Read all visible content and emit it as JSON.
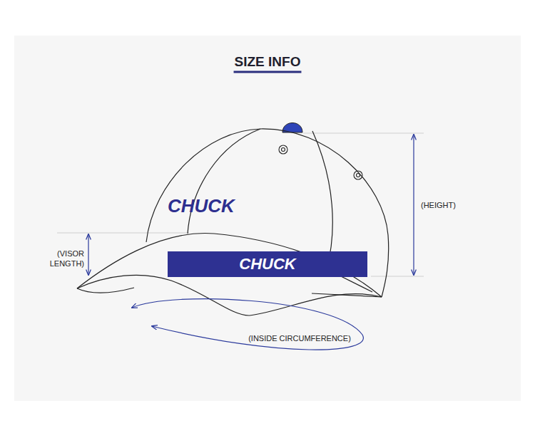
{
  "diagram": {
    "title": "SIZE INFO",
    "nodes": [
      {
        "text": [
          "CHUCK"
        ]
      }
    ],
    "labels": [
      "CHUCK",
      "(VISOR LENGTH)",
      "(HEIGHT)",
      "(INSIDE CIRCUMFERENCE)"
    ]
  }
}
